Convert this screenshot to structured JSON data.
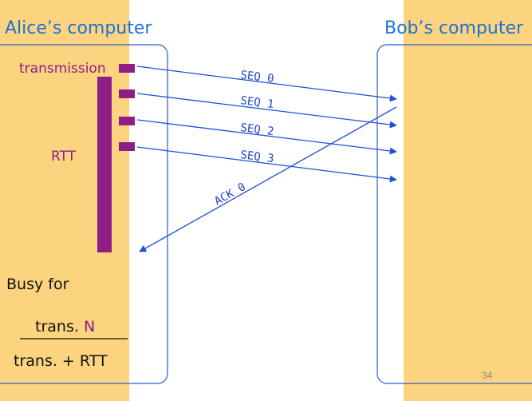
{
  "colors": {
    "panel": "#fcd37e",
    "arrow": "#1f4fd6",
    "title": "#1a73d9",
    "accent": "#8e1e86",
    "text": "#111111"
  },
  "alice": {
    "title": "Alice’s computer"
  },
  "bob": {
    "title": "Bob’s computer"
  },
  "labels": {
    "transmission": "transmission",
    "rtt": "RTT",
    "busy_for": "Busy for",
    "numerator_prefix": "trans.",
    "numerator_n": "N",
    "denominator": "trans. + RTT"
  },
  "messages": [
    {
      "label": "SEQ 0",
      "seq": 0
    },
    {
      "label": "SEQ 1",
      "seq": 1
    },
    {
      "label": "SEQ 2",
      "seq": 2
    },
    {
      "label": "SEQ 3",
      "seq": 3
    }
  ],
  "ack": {
    "label": "ACK 0"
  },
  "page_number": "34"
}
